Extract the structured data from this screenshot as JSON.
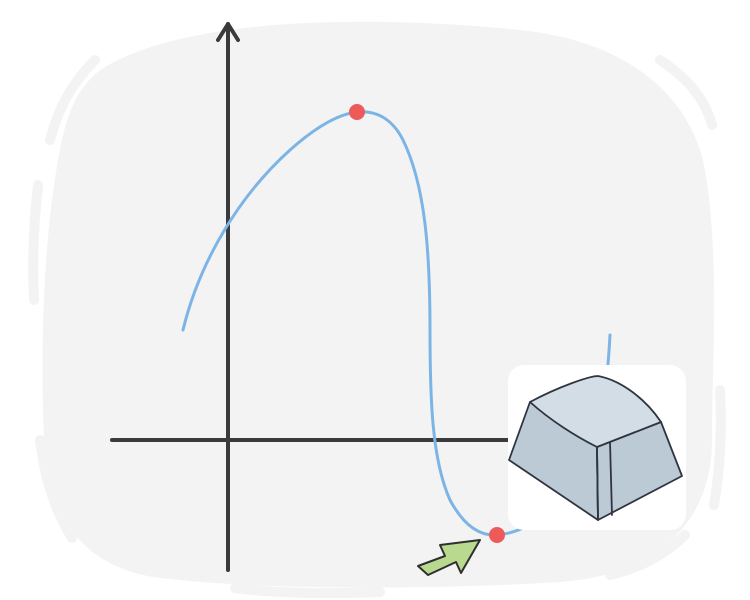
{
  "diagram": {
    "type": "function-graph-illustration",
    "curve_shape": "rise to local maximum, steep drop crossing the x-axis to a local minimum, then rise",
    "points": [
      {
        "kind": "local-maximum",
        "marker": "red-dot"
      },
      {
        "kind": "local-minimum",
        "marker": "red-dot",
        "highlight": "green-arrow"
      }
    ],
    "inset_icon": "keycap-icon",
    "pointer_icon": "green-arrow-icon"
  },
  "colors": {
    "blob": "#f3f3f3",
    "axes": "#3a3a3a",
    "curve": "#7db4e6",
    "dot": "#ee5a5a",
    "arrow_fill": "#b9d98f",
    "arrow_stroke": "#2f2f2f",
    "keycap_top": "#d3dde6",
    "keycap_side": "#bccad6",
    "keycap_stroke": "#2f3540"
  }
}
